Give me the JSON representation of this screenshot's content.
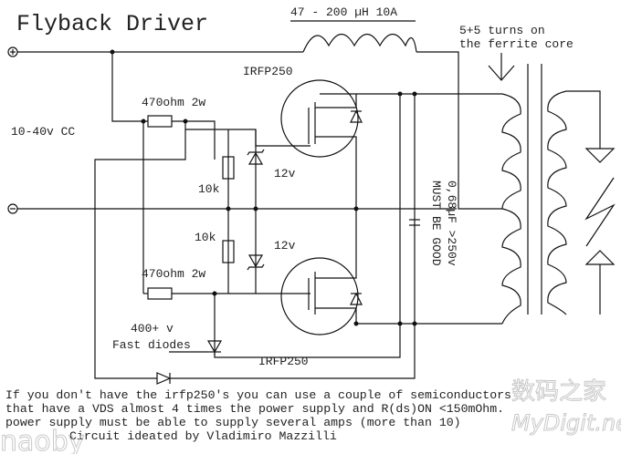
{
  "title": "Flyback Driver",
  "labels": {
    "inductor": "47 - 200 µH 10A",
    "supply": "10-40v CC",
    "transformer_note_1": "5+5 turns on",
    "transformer_note_2": "the ferrite core",
    "mosfet_top": "IRFP250",
    "mosfet_bottom": "IRFP250",
    "resistor_top": "470ohm 2w",
    "resistor_bottom": "470ohm 2w",
    "resistor_10k_top": "10k",
    "resistor_10k_bottom": "10k",
    "zener_top": "12v",
    "zener_bottom": "12v",
    "diodes_1": "400+ v",
    "diodes_2": "Fast diodes",
    "capacitor_1": "0,68µF >250v",
    "capacitor_2": "MUST BE GOOD",
    "plus_terminal": "+",
    "minus_terminal": "−"
  },
  "notes": [
    "If you don't have the irfp250's you can use a couple of semiconductors",
    "that have a VDS almost 4 times the power supply and R(ds)ON <150mOhm.",
    "power supply must be able to supply several amps (more than 10)",
    "Circuit ideated by Vladimiro Mazzilli"
  ],
  "watermarks": [
    "数码之家",
    "MyDigit.net",
    "naobby"
  ]
}
